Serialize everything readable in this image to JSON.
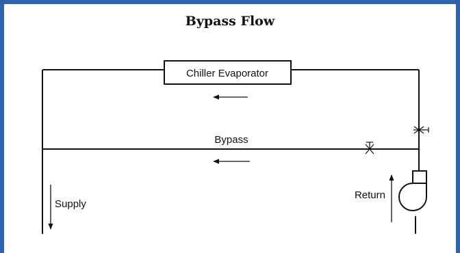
{
  "title": "Bypass Flow",
  "labels": {
    "chiller": "Chiller Evaporator",
    "bypass": "Bypass",
    "supply": "Supply",
    "return": "Return"
  },
  "colors": {
    "frame": "#2f62ad",
    "line": "#111111",
    "background": "#ffffff"
  },
  "icons": [
    "valve-icon",
    "pump-icon",
    "flow-arrow-icon"
  ]
}
